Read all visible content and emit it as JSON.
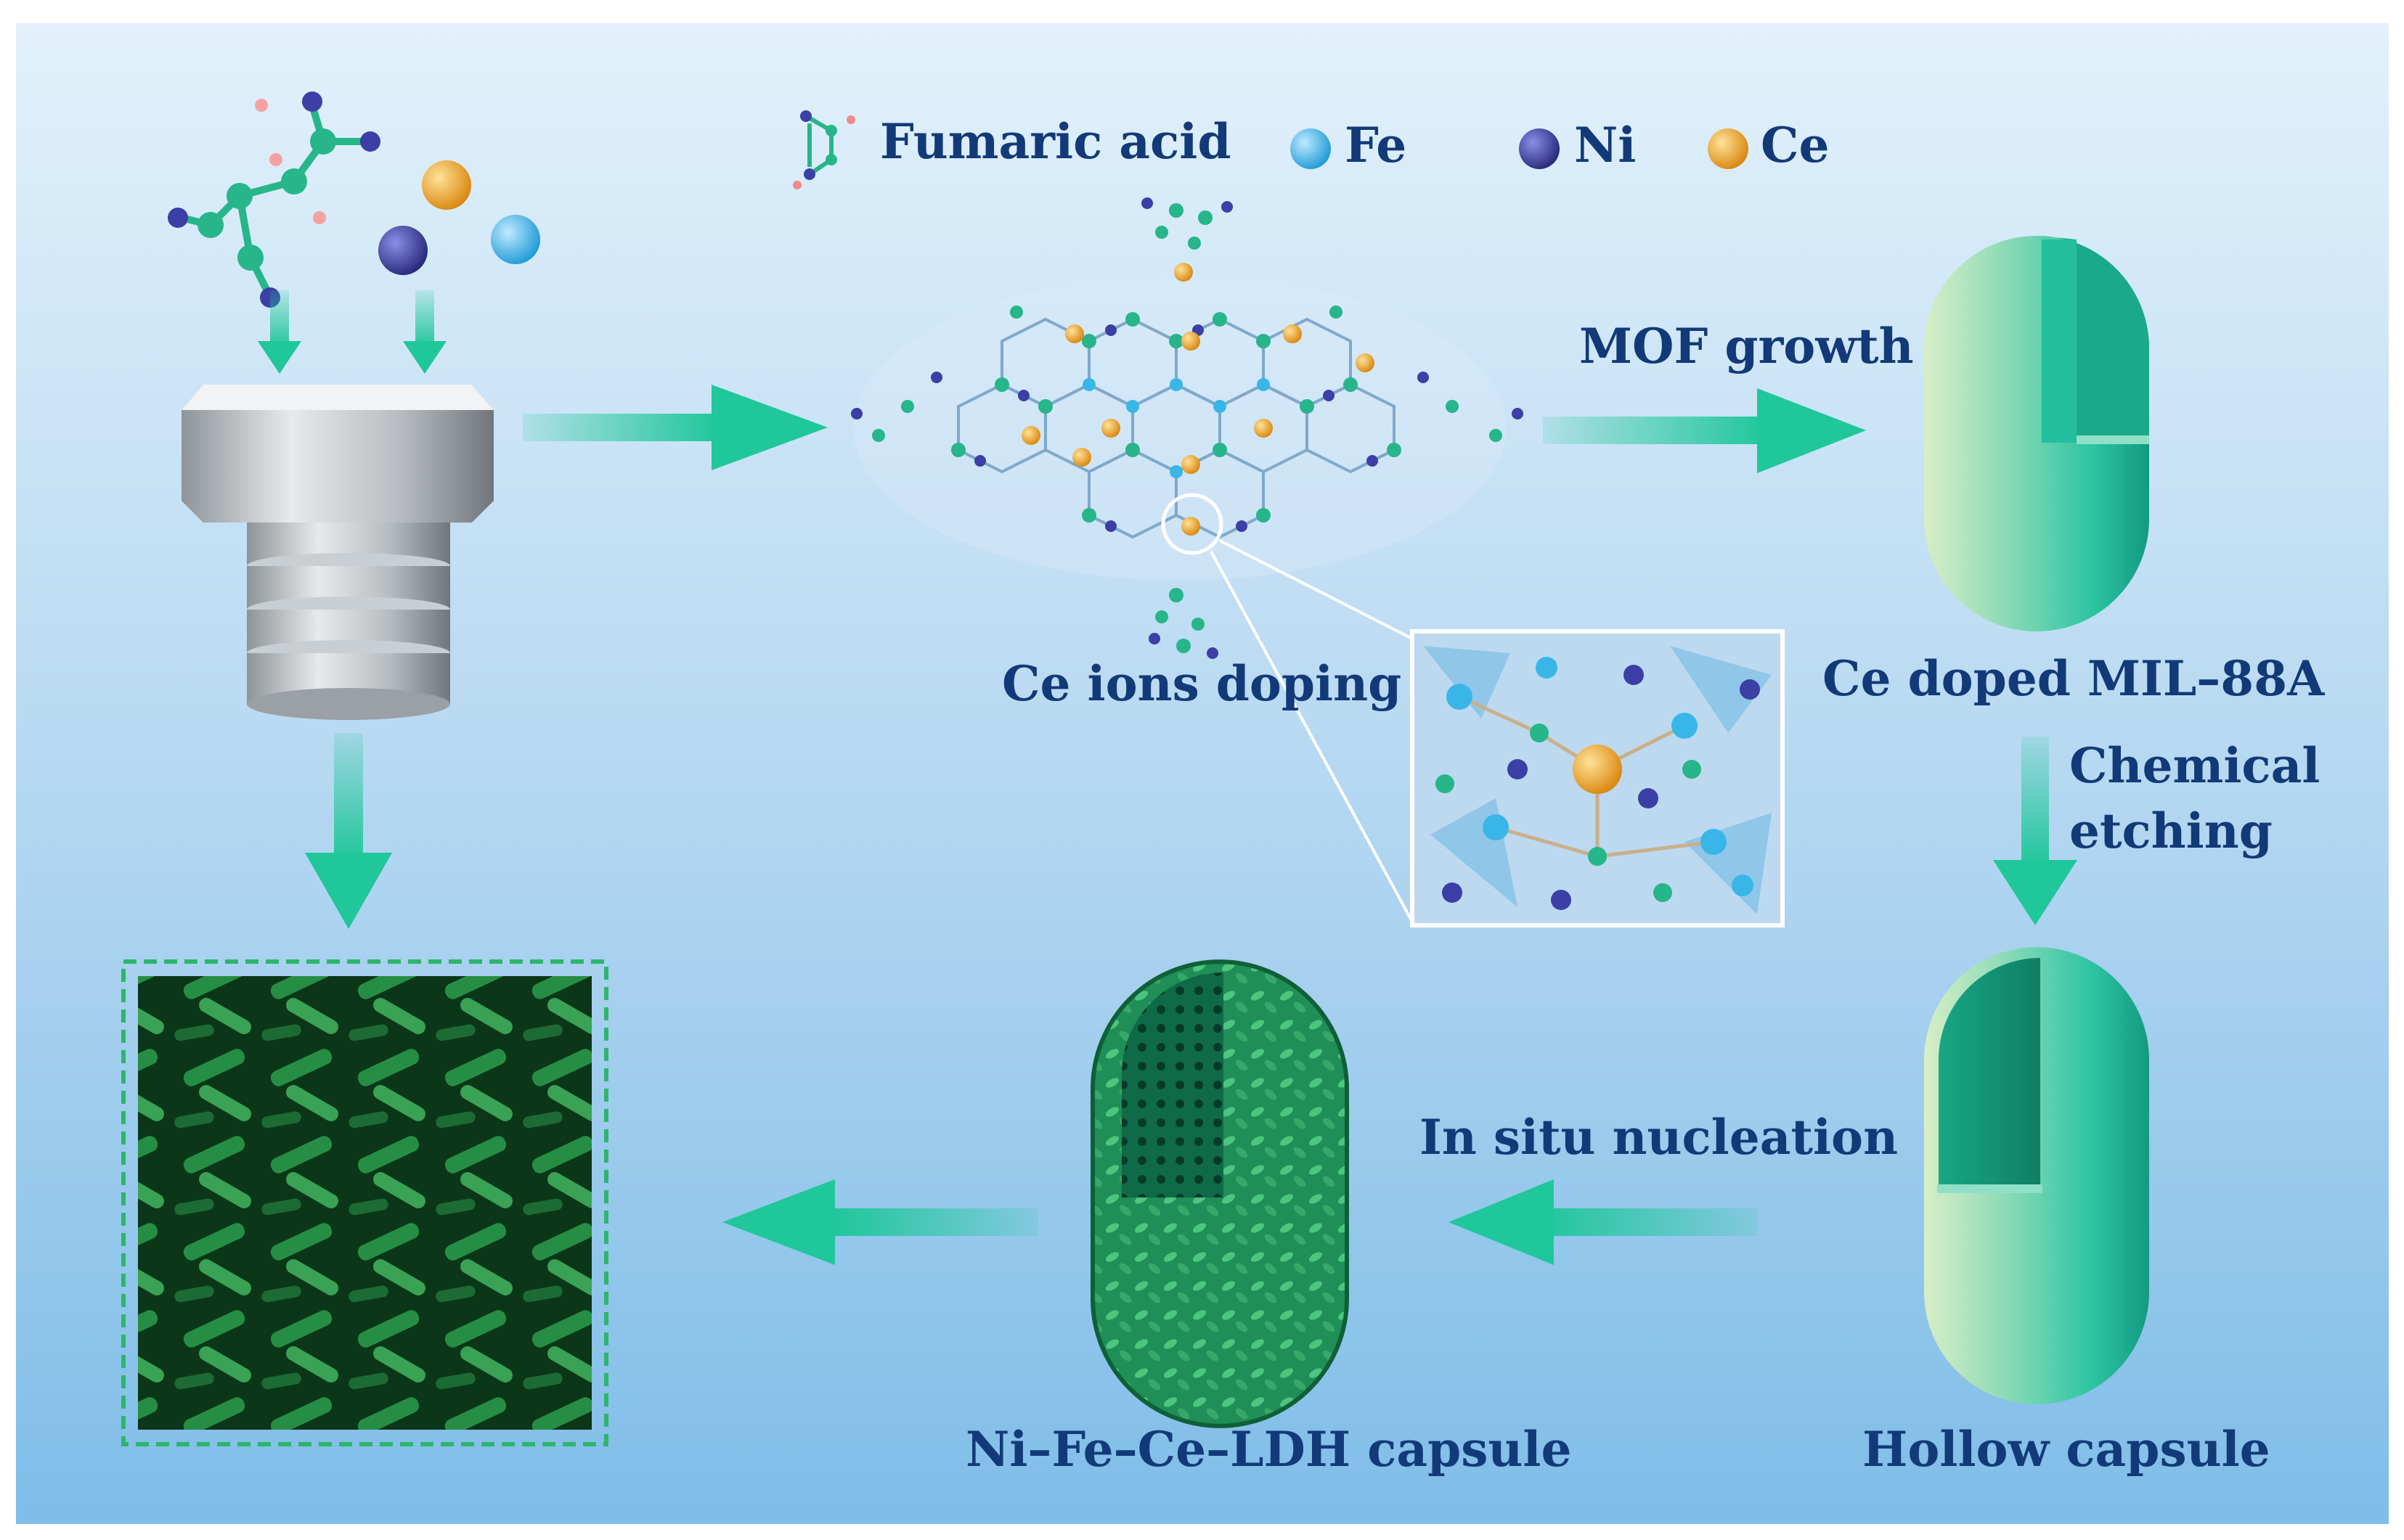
{
  "legend": {
    "fumaric_acid": "Fumaric acid",
    "fe": "Fe",
    "ni": "Ni",
    "ce": "Ce"
  },
  "steps": {
    "mof_growth": "MOF growth",
    "ce_ions_doping": "Ce ions doping",
    "ce_doped": "Ce doped MIL–88A",
    "chemical_etching_line1": "Chemical",
    "chemical_etching_line2": "etching",
    "hollow_capsule": "Hollow capsule",
    "in_situ_nucleation": "In situ nucleation",
    "ldh_capsule": "Ni–Fe–Ce–LDH capsule"
  },
  "colors": {
    "label_text": "#123a78",
    "arrow": "#1fc79a",
    "fe": "#38b6e8",
    "ni": "#3b3fa6",
    "ce": "#f0a623",
    "capsule": "#2cc4a2",
    "ldh": "#1c8f55"
  }
}
